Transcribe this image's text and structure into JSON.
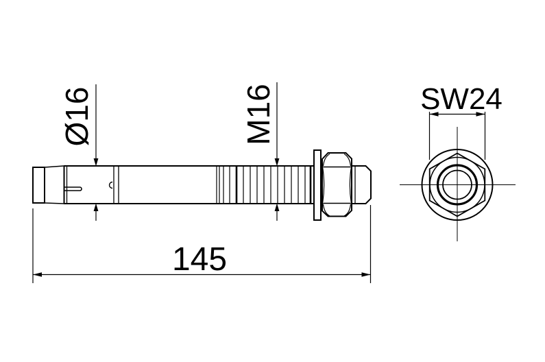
{
  "drawing": {
    "background_color": "#ffffff",
    "line_color": "#000000",
    "labels": {
      "diameter": "Ø16",
      "thread": "M16",
      "length": "145",
      "wrench_size": "SW24"
    }
  }
}
